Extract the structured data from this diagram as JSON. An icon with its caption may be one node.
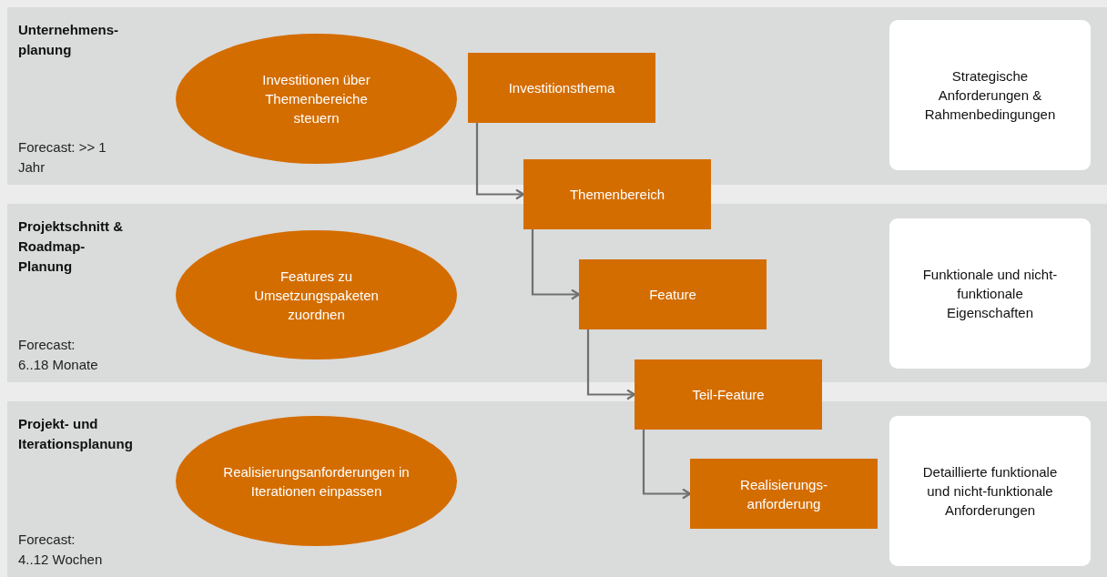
{
  "diagram": {
    "nodes": [
      {
        "text": [
          "Unternehmens- planung",
          "Forecast: >> 1 Jahr"
        ]
      },
      {
        "text": [
          "Investitionen über Themenbereiche steuern"
        ],
        "in": 0
      },
      {
        "text": [
          "Investitionsthema"
        ],
        "in": 0
      },
      {
        "text": [
          "Strategische Anforderungen & Rahmenbedingungen"
        ],
        "in": 0
      },
      {
        "text": [
          "Themenbereich"
        ]
      },
      {
        "text": [
          "Projektschnitt & Roadmap- Planung",
          "Forecast: 6..18 Monate"
        ]
      },
      {
        "text": [
          "Features zu Umsetzungspaketen zuordnen"
        ],
        "in": 5
      },
      {
        "text": [
          "Feature"
        ],
        "in": 5
      },
      {
        "text": [
          "Funktionale und nicht-funktionale Eigenschaften"
        ],
        "in": 5
      },
      {
        "text": [
          "Teil-Feature"
        ]
      },
      {
        "text": [
          "Projekt- und Iterationsplanung",
          "Forecast: 4..12 Wochen"
        ]
      },
      {
        "text": [
          "Realisierungsanforderungen in Iterationen einpassen"
        ],
        "in": 10
      },
      {
        "text": [
          "Realisierungs- anforderung"
        ],
        "in": 10
      },
      {
        "text": [
          "Detaillierte funktionale und nicht-funktionale Anforderungen"
        ],
        "in": 10
      }
    ],
    "edges": [
      {
        "from": 2,
        "to": 4,
        "arrow": "to"
      },
      {
        "from": 4,
        "to": 7,
        "arrow": "to"
      },
      {
        "from": 7,
        "to": 9,
        "arrow": "to"
      },
      {
        "from": 9,
        "to": 12,
        "arrow": "to"
      }
    ]
  }
}
